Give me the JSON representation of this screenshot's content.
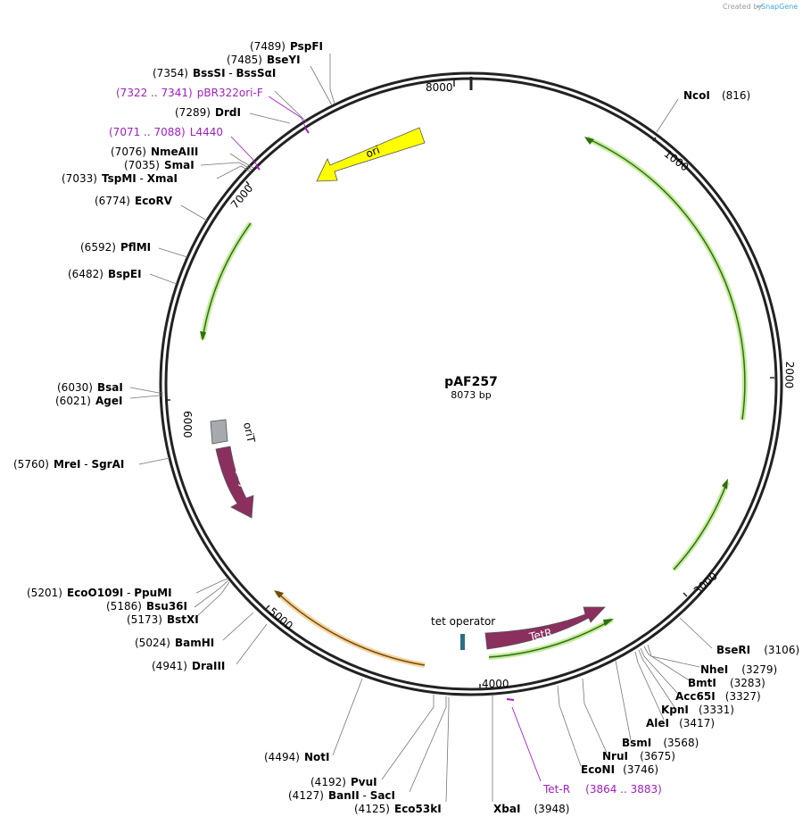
{
  "credit": {
    "created_by": "Created by",
    "brand": "SnapGene"
  },
  "plasmid": {
    "name": "pAF257",
    "length_label": "8073 bp"
  },
  "ticks": [
    "1000",
    "2000",
    "3000",
    "4000",
    "5000",
    "6000",
    "7000",
    "8000"
  ],
  "features": {
    "ori": "ori",
    "oriT": "oriT",
    "traJ": "traJ",
    "TetR": "TetR",
    "tet_operator": "tet operator"
  },
  "primers": [
    {
      "range": "(7322 .. 7341)",
      "name": "pBR322ori-F"
    },
    {
      "range": "(7071 .. 7088)",
      "name": "L4440"
    },
    {
      "name": "Tet-R",
      "range": "(3864 .. 3883)"
    }
  ],
  "enzymes": [
    {
      "pos": "(7489)",
      "name": "PspFI"
    },
    {
      "pos": "(7485)",
      "name": "BseYI"
    },
    {
      "pos": "(7354)",
      "name": "BssSI",
      "name2": "BssSαI"
    },
    {
      "pos": "(7289)",
      "name": "DrdI"
    },
    {
      "pos": "(7076)",
      "name": "NmeAIII"
    },
    {
      "pos": "(7035)",
      "name": "SmaI"
    },
    {
      "pos": "(7033)",
      "name": "TspMI",
      "name2": "XmaI"
    },
    {
      "pos": "(6774)",
      "name": "EcoRV"
    },
    {
      "pos": "(6592)",
      "name": "PflMI"
    },
    {
      "pos": "(6482)",
      "name": "BspEI"
    },
    {
      "pos": "(6030)",
      "name": "BsaI"
    },
    {
      "pos": "(6021)",
      "name": "AgeI"
    },
    {
      "pos": "(5760)",
      "name": "MreI",
      "name2": "SgrAI"
    },
    {
      "pos": "(5201)",
      "name": "EcoO109I",
      "name2": "PpuMI"
    },
    {
      "pos": "(5186)",
      "name": "Bsu36I"
    },
    {
      "pos": "(5173)",
      "name": "BstXI"
    },
    {
      "pos": "(5024)",
      "name": "BamHI"
    },
    {
      "pos": "(4941)",
      "name": "DraIII"
    },
    {
      "pos": "(4494)",
      "name": "NotI"
    },
    {
      "pos": "(4192)",
      "name": "PvuI"
    },
    {
      "pos": "(4127)",
      "name": "BanII",
      "name2": "SacI"
    },
    {
      "pos": "(4125)",
      "name": "Eco53kI"
    },
    {
      "name": "XbaI",
      "pos": "(3948)"
    },
    {
      "name": "EcoNI",
      "pos": "(3746)"
    },
    {
      "name": "NruI",
      "pos": "(3675)"
    },
    {
      "name": "BsmI",
      "pos": "(3568)"
    },
    {
      "name": "AleI",
      "pos": "(3417)"
    },
    {
      "name": "KpnI",
      "pos": "(3331)"
    },
    {
      "name": "Acc65I",
      "pos": "(3327)"
    },
    {
      "name": "BmtI",
      "pos": "(3283)"
    },
    {
      "name": "NheI",
      "pos": "(3279)"
    },
    {
      "name": "BseRI",
      "pos": "(3106)"
    },
    {
      "name": "NcoI",
      "pos": "(816)"
    }
  ],
  "colors": {
    "backbone": "#222222",
    "ori": "#ffff00",
    "traJ": "#8b2f5f",
    "TetR": "#8b2f5f",
    "oriT": "#a6a9ae",
    "tet_operator": "#2d6e86",
    "orf_fill": "#c5ec9e",
    "orf_line": "#2f6f10",
    "orf_alt_fill": "#f6d39c",
    "orf_alt_line": "#6d4b10",
    "primer": "#a020c0",
    "credit_brand": "#3fa7d6"
  }
}
